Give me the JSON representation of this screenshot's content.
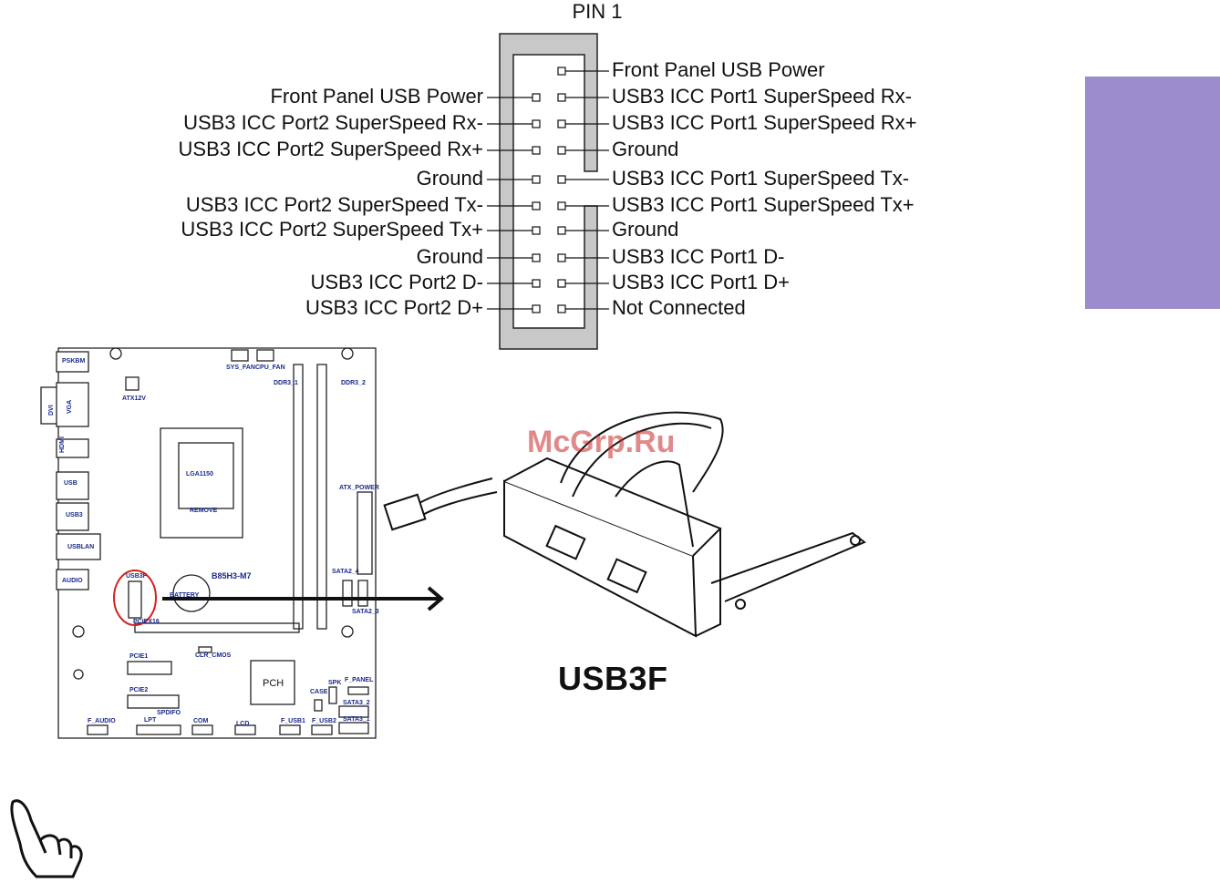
{
  "header": {
    "pin_title": "PIN 1"
  },
  "left_pins": [
    "Front Panel USB Power",
    "USB3 ICC Port2 SuperSpeed Rx-",
    "USB3 ICC Port2 SuperSpeed Rx+",
    "Ground",
    "USB3 ICC Port2 SuperSpeed Tx-",
    "USB3 ICC Port2 SuperSpeed Tx+",
    "Ground",
    "USB3 ICC Port2 D-",
    "USB3 ICC Port2 D+"
  ],
  "right_pins": [
    "Front Panel USB Power",
    "USB3 ICC Port1 SuperSpeed Rx-",
    "USB3 ICC Port1 SuperSpeed Rx+",
    "Ground",
    "USB3 ICC Port1 SuperSpeed Tx-",
    "USB3 ICC Port1 SuperSpeed Tx+",
    "Ground",
    "USB3 ICC Port1 D-",
    "USB3 ICC Port1 D+",
    "Not Connected"
  ],
  "board": {
    "model": "B85H3-M7",
    "labels": {
      "ps2": "PSKBM",
      "dvi": "DVI",
      "vga": "VGA",
      "hdmi": "HDMI",
      "usb": "USB",
      "usb3": "USB3",
      "usblan": "USBLAN",
      "audio": "AUDIO",
      "atx12v": "ATX12V",
      "sys_fan": "SYS_FAN",
      "cpu_fan": "CPU_FAN",
      "ddr3_1": "DDR3_1",
      "ddr3_2": "DDR3_2",
      "cpu": "LGA1150",
      "remove": "REMOVE",
      "atx_power": "ATX_POWER",
      "usb3f": "USB3F",
      "battery": "BATTERY",
      "pciex16": "PCIEX16",
      "sata2_4": "SATA2_4",
      "sata2_3": "SATA2_3",
      "clr_cmos": "CLR_CMOS",
      "pcie1": "PCIE1",
      "pcie2": "PCIE2",
      "spdifo": "SPDIFO",
      "pch": "PCH",
      "spk": "SPK",
      "case": "CASE",
      "f_panel": "F_PANEL",
      "sata3_2": "SATA3_2",
      "sata3_1": "SATA3_1",
      "f_audio": "F_AUDIO",
      "lpt": "LPT",
      "com": "COM",
      "lcd": "LCD",
      "f_usb1": "F_USB1",
      "f_usb2": "F_USB2"
    }
  },
  "bracket_label": "USB3F",
  "watermark": "McGrp.Ru",
  "colors": {
    "side_tab": "#9b8ccd",
    "board_text": "#1a2a8a",
    "highlight": "#d42020"
  },
  "icons": [
    "pointing-hand-icon",
    "arrow-right-icon"
  ]
}
